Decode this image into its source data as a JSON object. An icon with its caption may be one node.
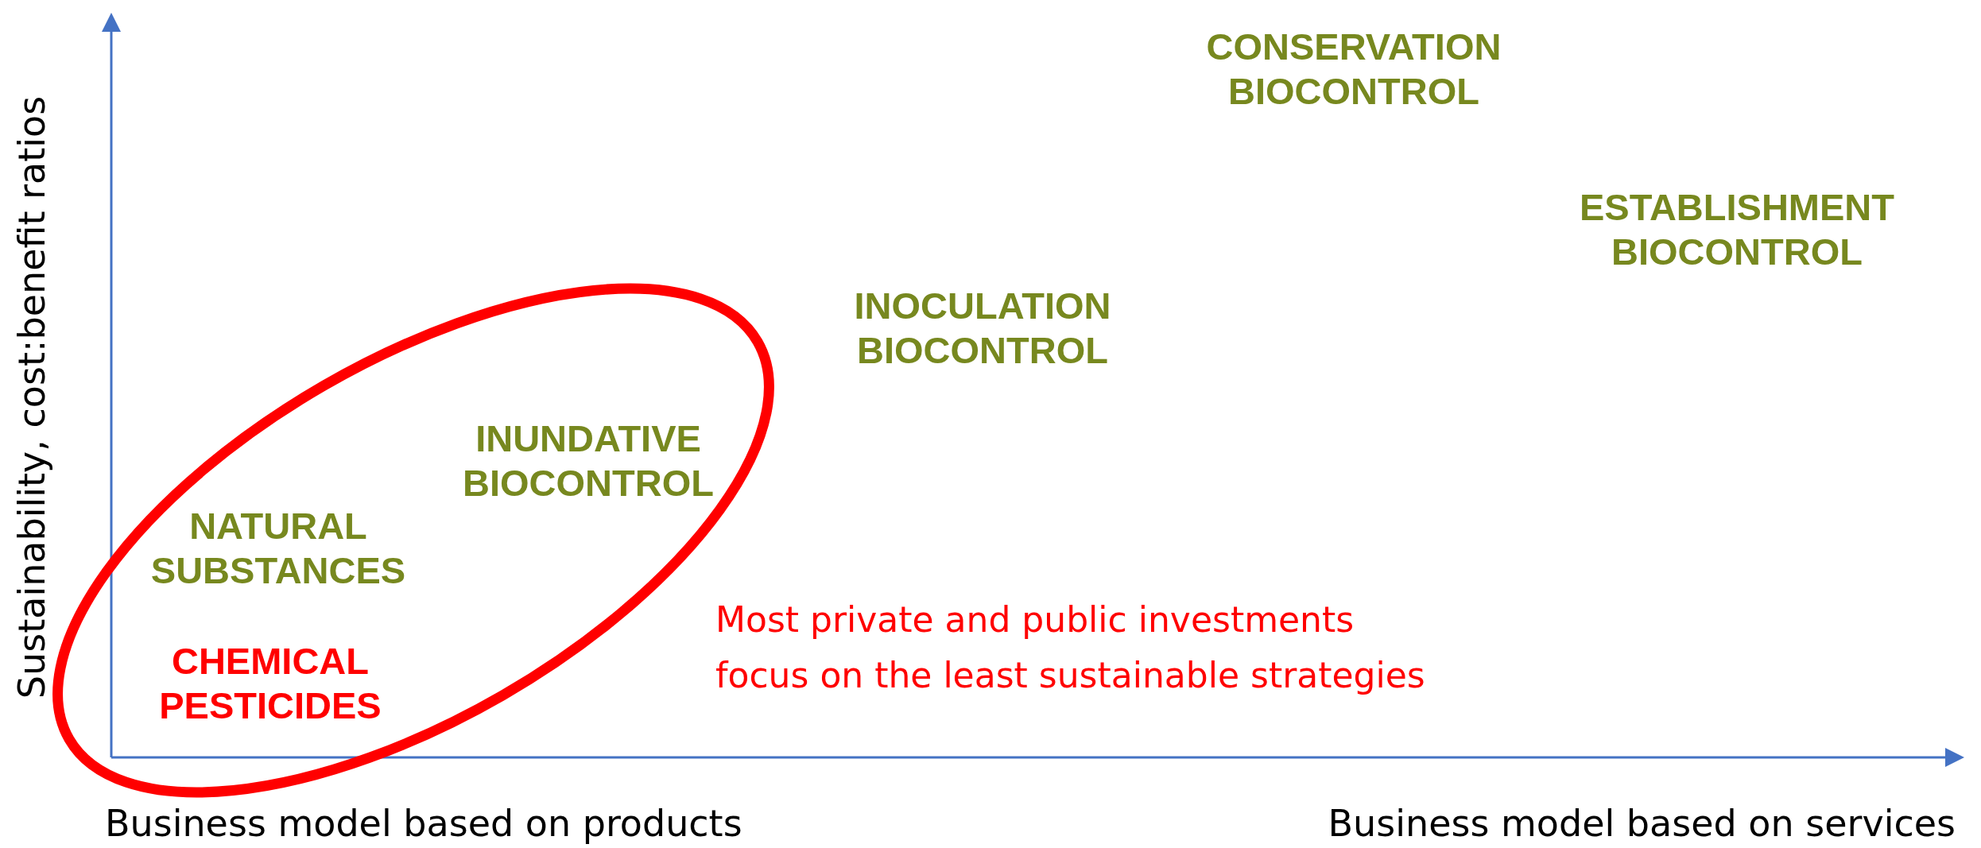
{
  "diagram": {
    "labels": [
      "CONSERVATION BIOCONTROL",
      "ESTABLISHMENT BIOCONTROL",
      "INOCULATION BIOCONTROL",
      "INUNDATIVE BIOCONTROL",
      "NATURAL SUBSTANCES",
      "Sustainability, cost:benefit ratios",
      "Most private and public investments focus on the least sustainable strategies",
      "CHEMICAL PESTICIDES",
      "Business model based on products",
      "Business model based on services"
    ]
  }
}
